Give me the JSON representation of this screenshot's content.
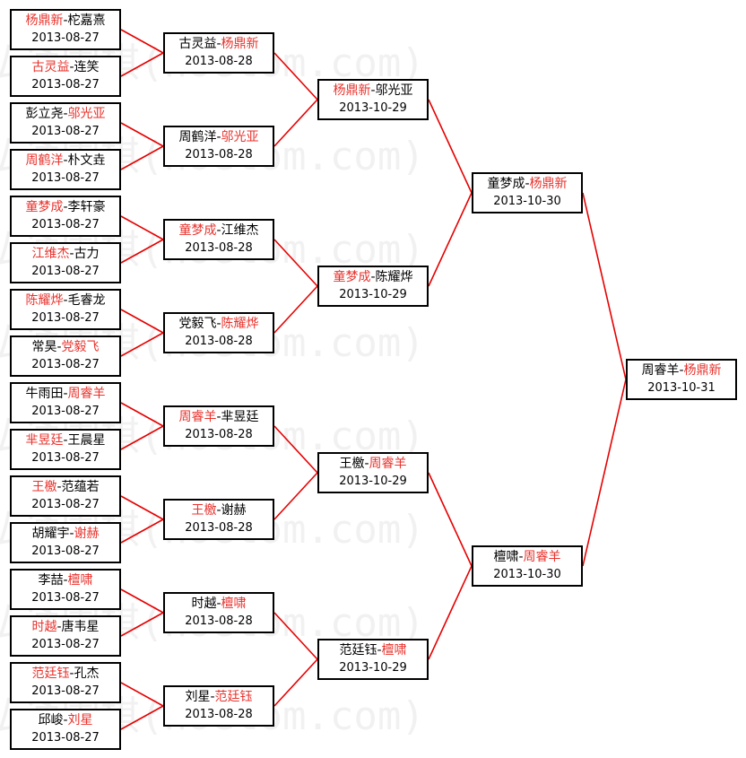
{
  "watermark": "弘通围棋(hoetom.com)",
  "colors": {
    "winner": "#e8332d",
    "line": "#e60000",
    "border": "#000000"
  },
  "rounds": [
    [
      {
        "p1": "杨鼎新",
        "p2": "柁嘉熹",
        "winner": 1,
        "date": "2013-08-27"
      },
      {
        "p1": "古灵益",
        "p2": "连笑",
        "winner": 1,
        "date": "2013-08-27"
      },
      {
        "p1": "彭立尧",
        "p2": "邬光亚",
        "winner": 2,
        "date": "2013-08-27"
      },
      {
        "p1": "周鹤洋",
        "p2": "朴文垚",
        "winner": 1,
        "date": "2013-08-27"
      },
      {
        "p1": "童梦成",
        "p2": "李轩豪",
        "winner": 1,
        "date": "2013-08-27"
      },
      {
        "p1": "江维杰",
        "p2": "古力",
        "winner": 1,
        "date": "2013-08-27"
      },
      {
        "p1": "陈耀烨",
        "p2": "毛睿龙",
        "winner": 1,
        "date": "2013-08-27"
      },
      {
        "p1": "常昊",
        "p2": "党毅飞",
        "winner": 2,
        "date": "2013-08-27"
      },
      {
        "p1": "牛雨田",
        "p2": "周睿羊",
        "winner": 2,
        "date": "2013-08-27"
      },
      {
        "p1": "芈昱廷",
        "p2": "王晨星",
        "winner": 1,
        "date": "2013-08-27"
      },
      {
        "p1": "王檄",
        "p2": "范蕴若",
        "winner": 1,
        "date": "2013-08-27"
      },
      {
        "p1": "胡耀宇",
        "p2": "谢赫",
        "winner": 2,
        "date": "2013-08-27"
      },
      {
        "p1": "李喆",
        "p2": "檀啸",
        "winner": 2,
        "date": "2013-08-27"
      },
      {
        "p1": "时越",
        "p2": "唐韦星",
        "winner": 1,
        "date": "2013-08-27"
      },
      {
        "p1": "范廷钰",
        "p2": "孔杰",
        "winner": 1,
        "date": "2013-08-27"
      },
      {
        "p1": "邱峻",
        "p2": "刘星",
        "winner": 2,
        "date": "2013-08-27"
      }
    ],
    [
      {
        "p1": "古灵益",
        "p2": "杨鼎新",
        "winner": 2,
        "date": "2013-08-28"
      },
      {
        "p1": "周鹤洋",
        "p2": "邬光亚",
        "winner": 2,
        "date": "2013-08-28"
      },
      {
        "p1": "童梦成",
        "p2": "江维杰",
        "winner": 1,
        "date": "2013-08-28"
      },
      {
        "p1": "党毅飞",
        "p2": "陈耀烨",
        "winner": 2,
        "date": "2013-08-28"
      },
      {
        "p1": "周睿羊",
        "p2": "芈昱廷",
        "winner": 1,
        "date": "2013-08-28"
      },
      {
        "p1": "王檄",
        "p2": "谢赫",
        "winner": 1,
        "date": "2013-08-28"
      },
      {
        "p1": "时越",
        "p2": "檀啸",
        "winner": 2,
        "date": "2013-08-28"
      },
      {
        "p1": "刘星",
        "p2": "范廷钰",
        "winner": 2,
        "date": "2013-08-28"
      }
    ],
    [
      {
        "p1": "杨鼎新",
        "p2": "邬光亚",
        "winner": 1,
        "date": "2013-10-29"
      },
      {
        "p1": "童梦成",
        "p2": "陈耀烨",
        "winner": 1,
        "date": "2013-10-29"
      },
      {
        "p1": "王檄",
        "p2": "周睿羊",
        "winner": 2,
        "date": "2013-10-29"
      },
      {
        "p1": "范廷钰",
        "p2": "檀啸",
        "winner": 2,
        "date": "2013-10-29"
      }
    ],
    [
      {
        "p1": "童梦成",
        "p2": "杨鼎新",
        "winner": 2,
        "date": "2013-10-30"
      },
      {
        "p1": "檀啸",
        "p2": "周睿羊",
        "winner": 2,
        "date": "2013-10-30"
      }
    ],
    [
      {
        "p1": "周睿羊",
        "p2": "杨鼎新",
        "winner": 2,
        "date": "2013-10-31"
      }
    ]
  ]
}
